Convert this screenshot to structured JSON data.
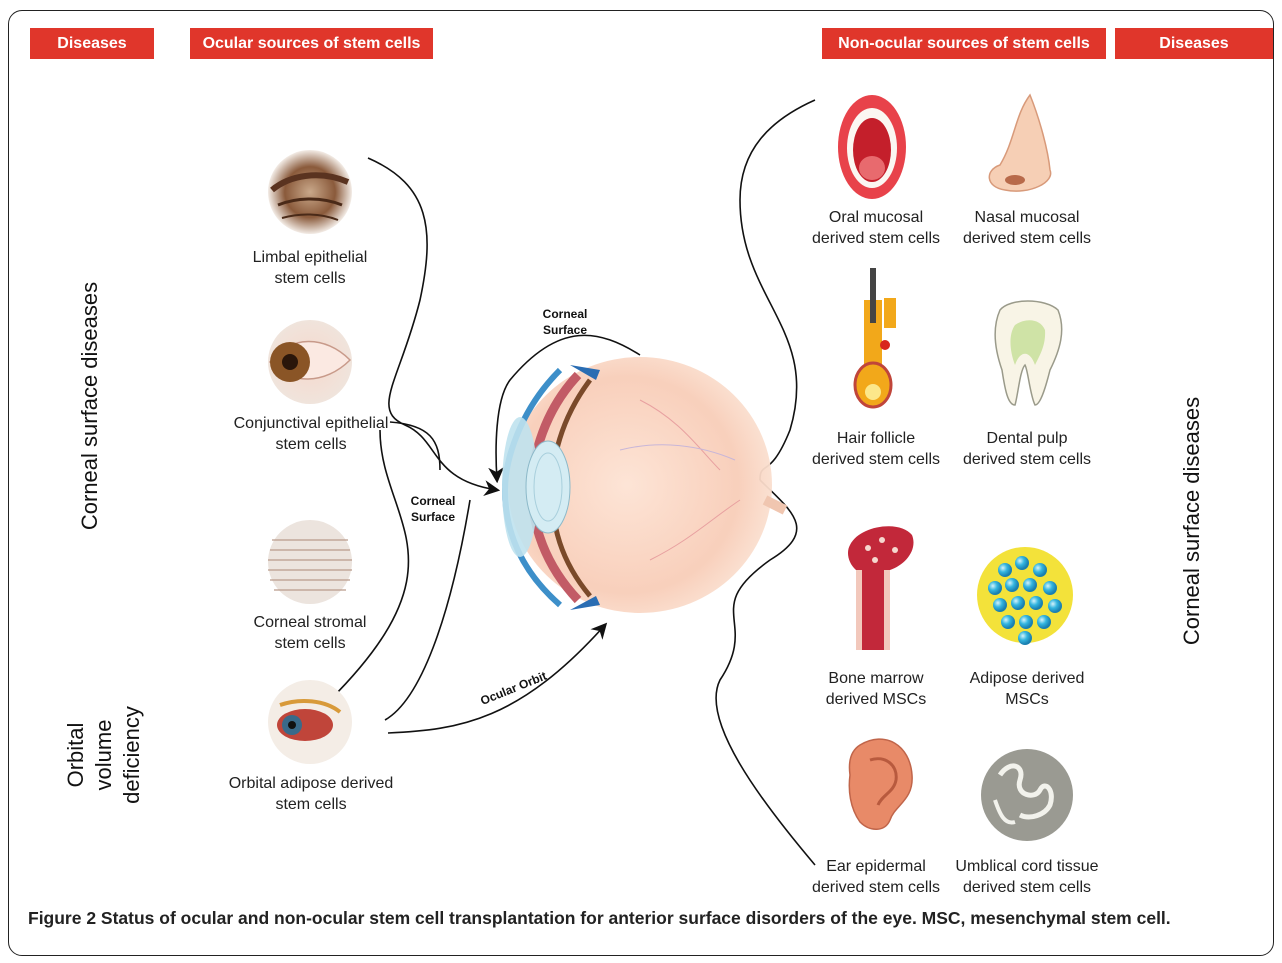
{
  "headers": {
    "diseases_left": "Diseases",
    "ocular_sources": "Ocular sources of stem cells",
    "non_ocular_sources": "Non-ocular sources of stem cells",
    "diseases_right": "Diseases"
  },
  "diseases": {
    "left_top": "Corneal surface diseases",
    "left_bottom": "Orbital volume\ndeficiency",
    "right": "Corneal surface diseases"
  },
  "ocular_sources": [
    {
      "label": "Limbal epithelial\nstem cells",
      "icon": "limbus-icon"
    },
    {
      "label": "Conjunctival epithelial\nstem cells",
      "icon": "eye-closeup-icon"
    },
    {
      "label": "Corneal stromal\nstem cells",
      "icon": "stroma-tissue-icon"
    },
    {
      "label": "Orbital adipose derived\nstem cells",
      "icon": "orbit-anatomy-icon"
    }
  ],
  "non_ocular_sources": [
    {
      "label": "Oral mucosal\nderived stem cells",
      "icon": "mouth-icon"
    },
    {
      "label": "Nasal mucosal\nderived stem cells",
      "icon": "nose-icon"
    },
    {
      "label": "Hair follicle\nderived stem cells",
      "icon": "hair-follicle-icon"
    },
    {
      "label": "Dental pulp\nderived stem cells",
      "icon": "tooth-icon"
    },
    {
      "label": "Bone marrow\nderived MSCs",
      "icon": "bone-icon"
    },
    {
      "label": "Adipose derived\nMSCs",
      "icon": "adipose-cells-icon"
    },
    {
      "label": "Ear epidermal\nderived stem cells",
      "icon": "ear-icon"
    },
    {
      "label": "Umblical cord tissue\nderived stem cells",
      "icon": "umbilical-cord-icon"
    }
  ],
  "targets": {
    "corneal_surface_top": "Corneal\nSurface",
    "corneal_surface_left": "Corneal\nSurface",
    "ocular_orbit": "Ocular Orbit"
  },
  "caption": {
    "title": "Figure 2 Status of ocular and non-ocular stem cell transplantation for anterior surface disorders of the eye. MSC, mesenchymal stem cell."
  },
  "colors": {
    "header_red": "#e0362b",
    "eye_pink": "#f6c9b8",
    "cornea_blue": "#bfe2ee"
  }
}
